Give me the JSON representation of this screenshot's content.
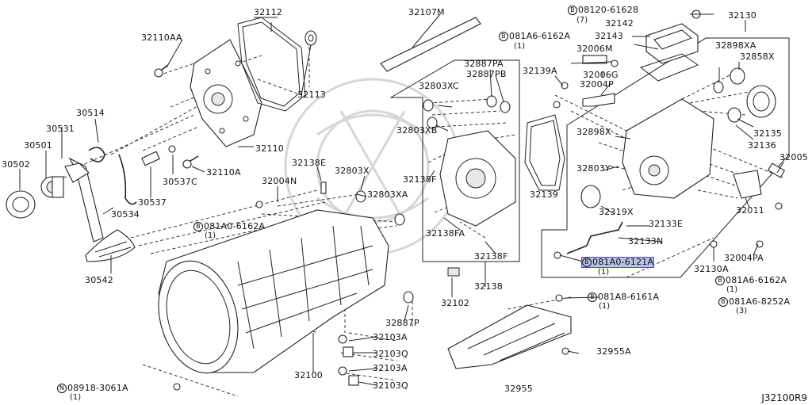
{
  "diagram_id": "J32100R9",
  "highlight_color": "#b9bfe8",
  "labels": {
    "l32112": "32112",
    "l32107M": "32107M",
    "l32110AA": "32110AA",
    "l32113": "32113",
    "l30514": "30514",
    "l30531": "30531",
    "l30501": "30501",
    "l30502": "30502",
    "l32110": "32110",
    "l32110A": "32110A",
    "l30537C": "30537C",
    "l30537": "30537",
    "l30534": "30534",
    "l30542": "30542",
    "l32138E": "32138E",
    "l32004N": "32004N",
    "l32803X": "32803X",
    "l32803XA": "32803XA",
    "l32887PA": "32887PA",
    "l32887PB": "32887PB",
    "l32803XC": "32803XC",
    "l32803XB": "32803XB",
    "l32138F_a": "32138F",
    "l32138FA": "32138FA",
    "l32138F_b": "32138F",
    "l32138": "32138",
    "l32102": "32102",
    "l32887P": "32887P",
    "l32103A_a": "32103A",
    "l32103Q_a": "32103Q",
    "l32103A_b": "32103A",
    "l32103Q_b": "32103Q",
    "l32100": "32100",
    "l32139A": "32139A",
    "l32006M": "32006M",
    "l32006G": "32006G",
    "l32004P": "32004P",
    "l32139": "32139",
    "l32142": "32142",
    "l32143": "32143",
    "l32130": "32130",
    "l32898XA": "32898XA",
    "l32858X": "32858X",
    "l32898X": "32898X",
    "l32803Y": "32803Y",
    "l32319X": "32319X",
    "l32133E": "32133E",
    "l32133N": "32133N",
    "l32135": "32135",
    "l32136": "32136",
    "l32005": "32005",
    "l32011": "32011",
    "l32130A": "32130A",
    "l32004PA": "32004PA",
    "l32955A": "32955A",
    "l32955": "32955"
  },
  "bolt_refs": [
    {
      "key": "r1",
      "prefix": "B",
      "code": "08120-61628",
      "qty": "(7)"
    },
    {
      "key": "r2",
      "prefix": "B",
      "code": "081A6-6162A",
      "qty": "(1)"
    },
    {
      "key": "r3",
      "prefix": "B",
      "code": "081A0-6162A",
      "qty": "(1)"
    },
    {
      "key": "r4",
      "prefix": "B",
      "code": "081A0-6121A",
      "qty": "(1)"
    },
    {
      "key": "r5",
      "prefix": "B",
      "code": "081A8-6161A",
      "qty": "(1)"
    },
    {
      "key": "r6",
      "prefix": "B",
      "code": "081A6-6162A",
      "qty": "(1)"
    },
    {
      "key": "r7",
      "prefix": "B",
      "code": "081A6-8252A",
      "qty": "(3)"
    },
    {
      "key": "r8",
      "prefix": "N",
      "code": "08918-3061A",
      "qty": "(1)"
    }
  ]
}
